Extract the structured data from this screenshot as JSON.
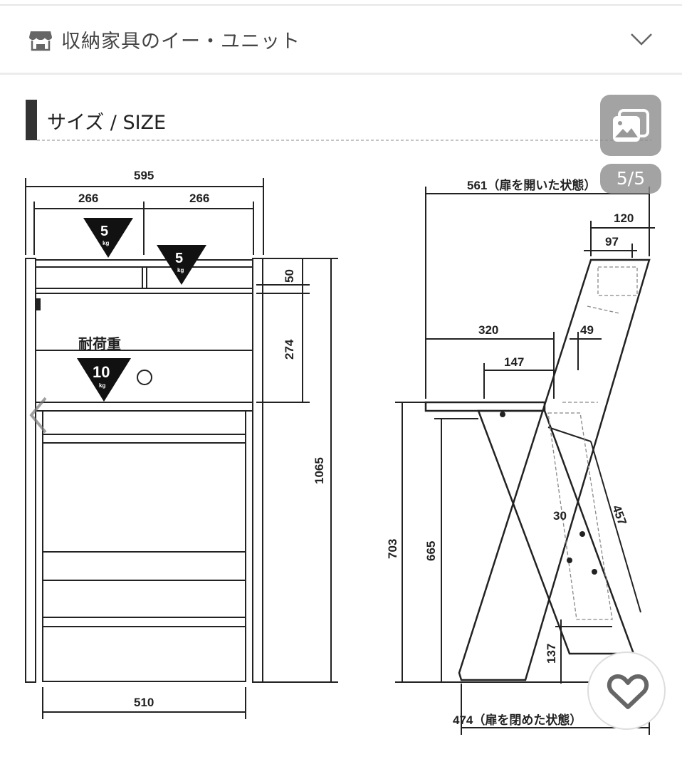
{
  "shop": {
    "name": "収納家具のイー・ユニット",
    "icon": "store-icon",
    "expand_icon": "chevron-down-icon"
  },
  "gallery": {
    "counter": "5/5",
    "icon": "image-gallery-icon"
  },
  "favorite": {
    "icon": "heart-icon"
  },
  "diagram": {
    "heading": "サイズ / SIZE",
    "front": {
      "total_width": "595",
      "left_width": "266",
      "right_width": "266",
      "shelf_height": "50",
      "upper_height": "274",
      "total_height": "1065",
      "inner_width": "510",
      "load_label": "耐荷重",
      "load_left": "5",
      "load_right": "5",
      "load_center": "10",
      "unit": "kg"
    },
    "side": {
      "open_depth": "561（扉を開いた状態）",
      "top_depth": "120",
      "top_inner": "97",
      "desk_depth": "320",
      "gap": "49",
      "desk_inner": "147",
      "desk_height": "703",
      "under_height": "665",
      "angle_small": "30",
      "slot_length": "457",
      "foot_height": "137",
      "closed_depth": "474（扉を閉めた状態）"
    },
    "colors": {
      "line": "#222222",
      "dashed": "#888888",
      "heading_bar": "#333333"
    }
  }
}
